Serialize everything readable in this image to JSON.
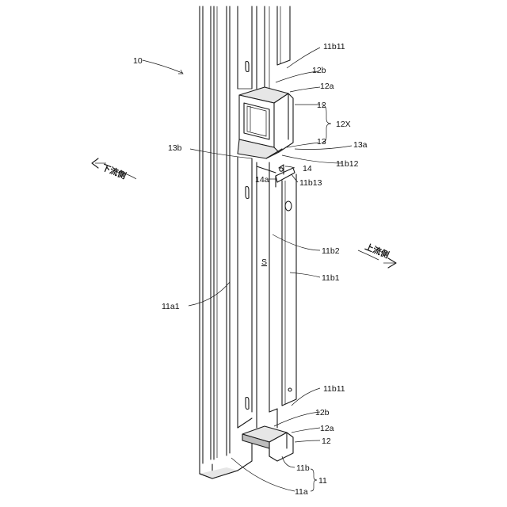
{
  "labels": {
    "l10": "10",
    "l11b11_top": "11b11",
    "l12b_top": "12b",
    "l12a_top": "12a",
    "l12_top": "12",
    "l12X": "12X",
    "l13": "13",
    "l13a": "13a",
    "l13b": "13b",
    "l11b12": "11b12",
    "l14": "14",
    "l14a": "14a",
    "l11b13": "11b13",
    "l11b2": "11b2",
    "lS": "S",
    "l11b1": "11b1",
    "l11a1": "11a1",
    "l11b11_bot": "11b11",
    "l12b_bot": "12b",
    "l12a_bot": "12a",
    "l12_bot": "12",
    "l11b": "11b",
    "l11": "11",
    "l11a": "11a",
    "downstream": "下流側",
    "upstream": "上流側"
  }
}
